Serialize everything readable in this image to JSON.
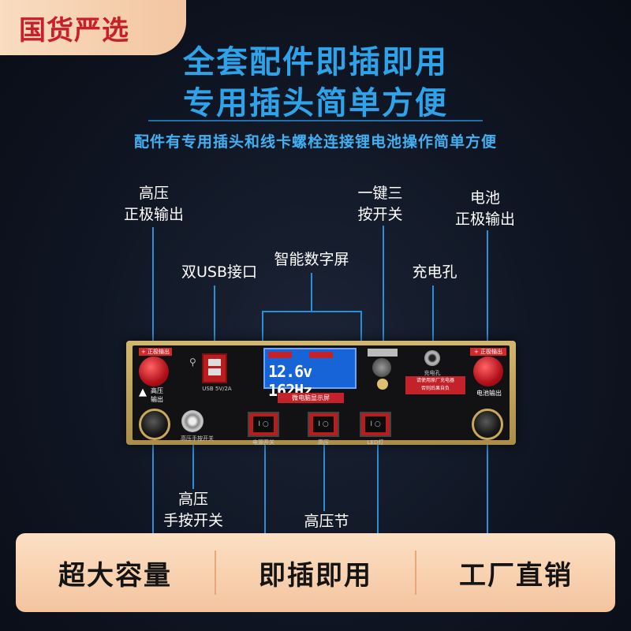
{
  "badge": "国货严选",
  "headline": [
    "全套配件即插即用",
    "专用插头简单方便"
  ],
  "subtitle": "配件有专用插头和线卡螺栓连接锂电池操作简单方便",
  "callouts": {
    "hv_positive": [
      "高压",
      "正极输出"
    ],
    "dual_usb": "双USB接口",
    "smart_display": "智能数字屏",
    "one_key_switch": [
      "一键三",
      "按开关"
    ],
    "charge_port": "充电孔",
    "battery_positive": [
      "电池",
      "正极输出"
    ],
    "hv_manual_switch": [
      "高压",
      "手按开关"
    ],
    "hv_adjust": "高压节"
  },
  "device": {
    "hv_tab": "+ 正极输出",
    "hv_output": "高压\n输出",
    "usb_label": "USB 5V/2A",
    "lcd_value": "12.6v 162Hz",
    "micro_display": "微电脑显示屏",
    "charge_label": "充电孔",
    "warning": "请使用原厂充电器\n否则后果自负",
    "bat_tab": "+ 正极输出",
    "bat_output": "电池输出",
    "manual_switch_label": "高压手按开关",
    "switch_labels": [
      "电源开关",
      "高压",
      "LED灯"
    ],
    "switch_glyph": "I ○"
  },
  "features": [
    "超大容量",
    "即插即用",
    "工厂直销"
  ]
}
